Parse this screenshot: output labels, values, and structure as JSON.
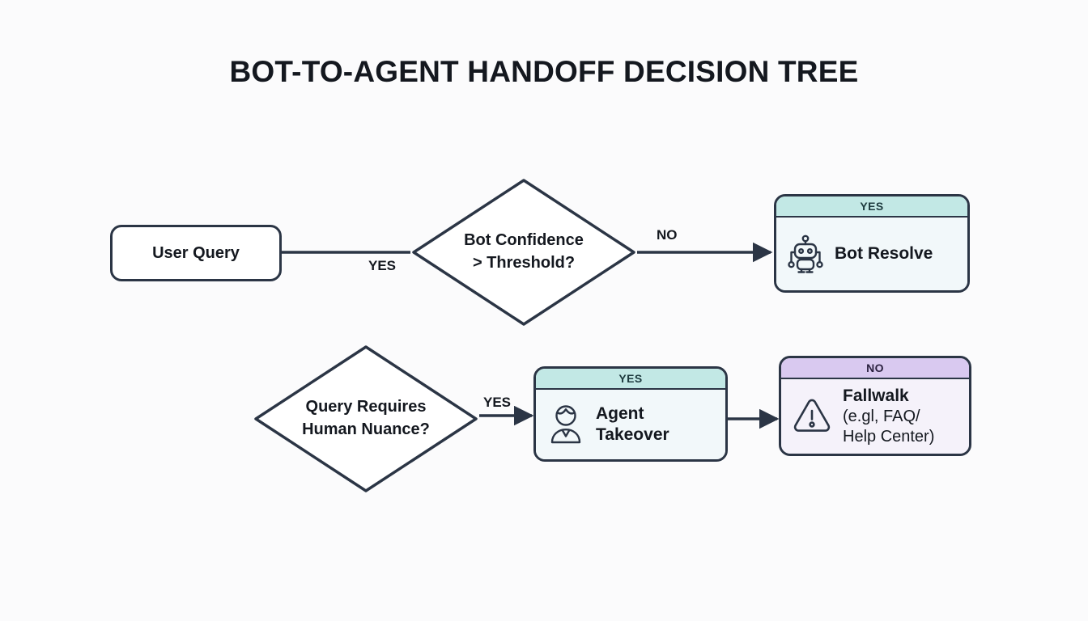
{
  "page": {
    "title": "BOT-TO-AGENT HANDOFF DECISION TREE",
    "background_color": "#fbfbfc",
    "stroke_color": "#2b3545",
    "text_color": "#14181f"
  },
  "nodes": {
    "user_query": {
      "type": "process",
      "label": "User Query"
    },
    "bot_confidence": {
      "type": "decision",
      "line1": "Bot Confidence",
      "line2": "> Threshold?"
    },
    "bot_resolve": {
      "type": "card",
      "header": "YES",
      "label": "Bot Resolve",
      "icon": "robot-icon",
      "header_color": "#c2e8e5",
      "body_color": "#f2f8fa"
    },
    "query_nuance": {
      "type": "decision",
      "line1": "Query Requires",
      "line2": "Human Nuance?"
    },
    "agent_takeover": {
      "type": "card",
      "header": "YES",
      "label_line1": "Agent",
      "label_line2": "Takeover",
      "icon": "agent-person-icon",
      "header_color": "#c2e8e5",
      "body_color": "#f2f8fa"
    },
    "fallwalk": {
      "type": "card",
      "header": "NO",
      "label_line1": "Fallwalk",
      "label_line2": "(e.gl, FAQ/",
      "label_line3": "Help Center)",
      "icon": "warning-triangle-icon",
      "header_color": "#d9c9f0",
      "body_color": "#f5f2fa"
    }
  },
  "edges": [
    {
      "id": "user-to-confidence",
      "label": "YES",
      "from": "user_query",
      "to": "bot_confidence"
    },
    {
      "id": "confidence-to-bot-resolve",
      "label": "NO",
      "from": "bot_confidence",
      "to": "bot_resolve"
    },
    {
      "id": "nuance-to-agent",
      "label": "YES",
      "from": "query_nuance",
      "to": "agent_takeover"
    },
    {
      "id": "agent-to-fallwalk",
      "label": "",
      "from": "agent_takeover",
      "to": "fallwalk"
    }
  ]
}
